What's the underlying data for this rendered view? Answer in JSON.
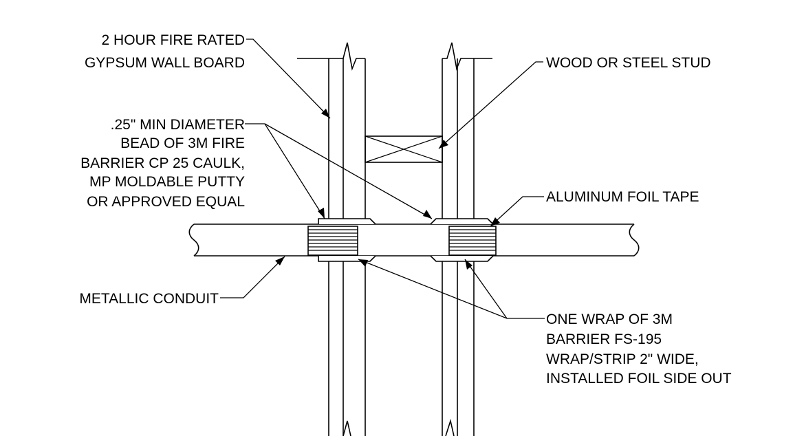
{
  "labels": {
    "gypsum_line1": "2 HOUR FIRE RATED",
    "gypsum_line2": "GYPSUM WALL BOARD",
    "stud": "WOOD OR STEEL STUD",
    "caulk_line1": ".25\" MIN DIAMETER",
    "caulk_line2": "BEAD OF 3M FIRE",
    "caulk_line3": "BARRIER CP 25 CAULK,",
    "caulk_line4": "MP MOLDABLE PUTTY",
    "caulk_line5": "OR APPROVED EQUAL",
    "foil_tape": "ALUMINUM FOIL TAPE",
    "conduit": "METALLIC CONDUIT",
    "wrap_line1": "ONE WRAP OF 3M",
    "wrap_line2": "BARRIER FS-195",
    "wrap_line3": "WRAP/STRIP 2\" WIDE,",
    "wrap_line4": "INSTALLED FOIL SIDE OUT"
  },
  "colors": {
    "line": "#000000",
    "background": "#ffffff"
  }
}
